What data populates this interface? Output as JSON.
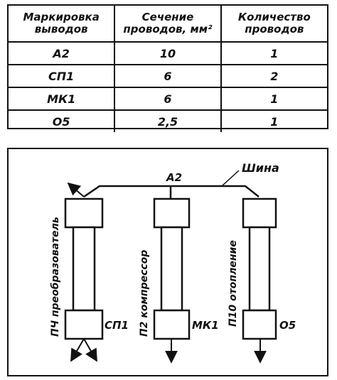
{
  "table": {
    "headers": [
      [
        "Маркировка",
        "выводов"
      ],
      [
        "Сечение",
        "проводов, мм²"
      ],
      [
        "Количество",
        "проводов"
      ]
    ],
    "rows": [
      [
        "А2",
        "10",
        "1"
      ],
      [
        "СП1",
        "6",
        "2"
      ],
      [
        "МК1",
        "6",
        "1"
      ],
      [
        "О5",
        "2,5",
        "1"
      ]
    ]
  },
  "diagram": {
    "bus_label": "Шина",
    "bus_terminal": "А2",
    "devices": [
      {
        "name": "ПЧ преобразователь",
        "terminal": "СП1"
      },
      {
        "name": "П2 компрессор",
        "terminal": "МК1"
      },
      {
        "name": "П10 отопление",
        "terminal": "О5"
      }
    ]
  }
}
